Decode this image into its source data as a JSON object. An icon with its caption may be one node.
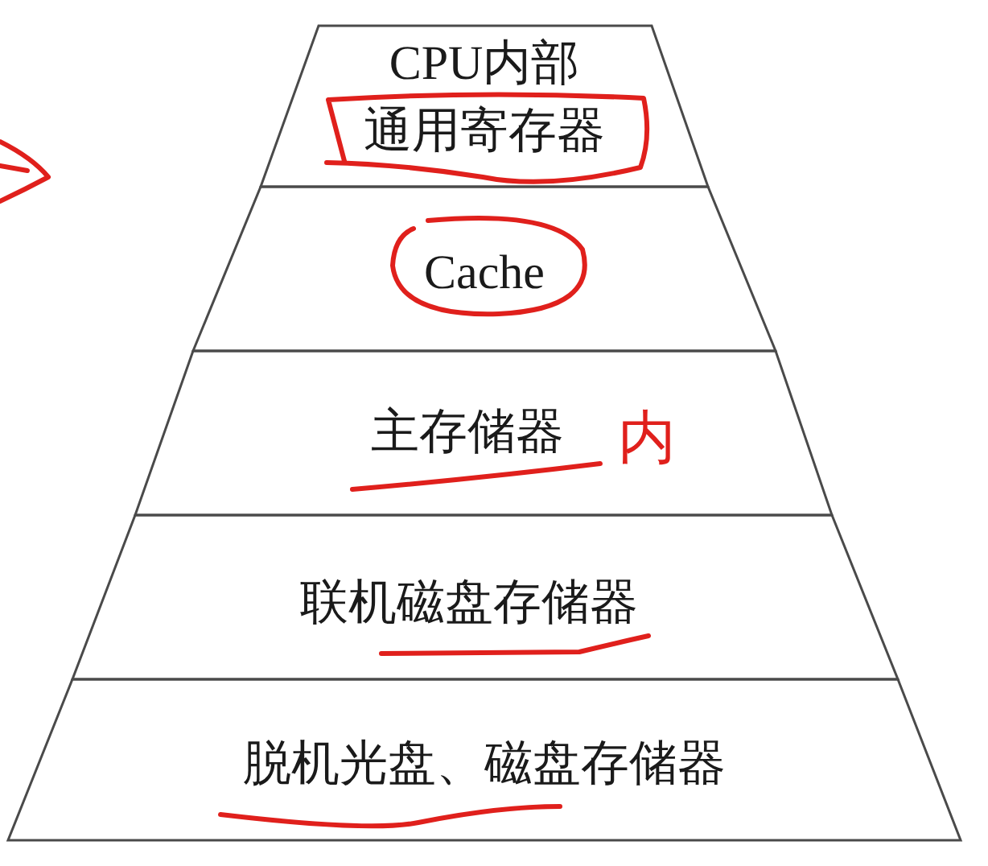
{
  "diagram": {
    "nodes": [
      {
        "text": [
          "CPU内部",
          "通用寄存器"
        ]
      },
      {
        "text": [
          "Cache"
        ]
      },
      {
        "text": [
          "主存储器"
        ]
      },
      {
        "text": [
          "联机磁盘存储器"
        ]
      },
      {
        "text": [
          "脱机光盘、磁盘存储器"
        ]
      }
    ],
    "labels": [
      "内"
    ]
  }
}
